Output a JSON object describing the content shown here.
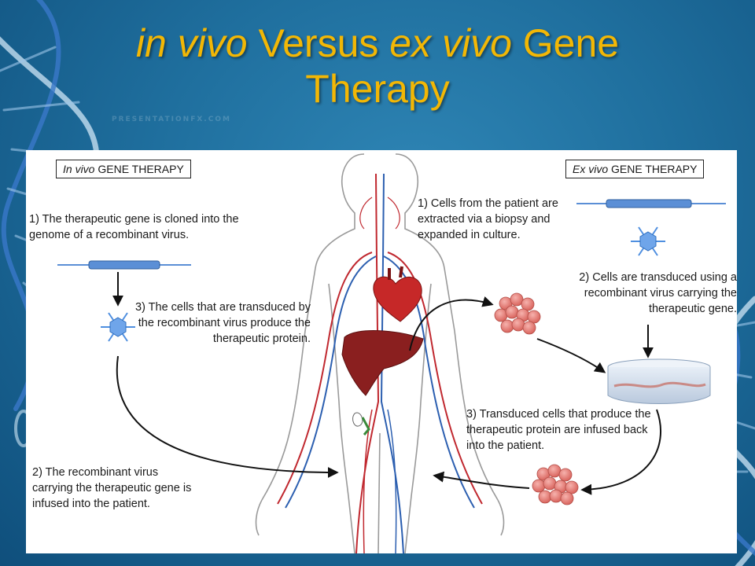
{
  "title": {
    "line1_italic_a": "in vivo",
    "line1_mid": " Versus ",
    "line1_italic_b": "ex vivo",
    "line1_end": " Gene",
    "line2": "Therapy"
  },
  "watermark": "PRESENTATIONFX.COM",
  "diagram": {
    "in_vivo_header_italic": "In vivo",
    "in_vivo_header_rest": " GENE THERAPY",
    "ex_vivo_header_italic": "Ex vivo",
    "ex_vivo_header_rest": " GENE THERAPY",
    "in_vivo_step1": "1) The therapeutic gene is cloned into the genome of a recombinant virus.",
    "in_vivo_step3": "3) The cells that are transduced by the recombinant virus produce the therapeutic protein.",
    "in_vivo_step2": "2) The recombinant virus carrying the therapeutic gene is infused into the patient.",
    "ex_vivo_step1": "1) Cells from the patient are extracted via a biopsy and expanded in culture.",
    "ex_vivo_step2": "2) Cells are transduced using a recombinant virus carrying the therapeutic gene.",
    "ex_vivo_step3": "3) Transduced cells that produce the therapeutic protein are infused back into the patient."
  },
  "colors": {
    "title": "#f2b705",
    "background": "#1f6f9e",
    "gene_bar": "#5b8fd6",
    "virus": "#4f8fe0",
    "cells": "#e07a74",
    "liver": "#8a1f1f",
    "artery": "#c0282f",
    "vein": "#2c5fb0"
  }
}
